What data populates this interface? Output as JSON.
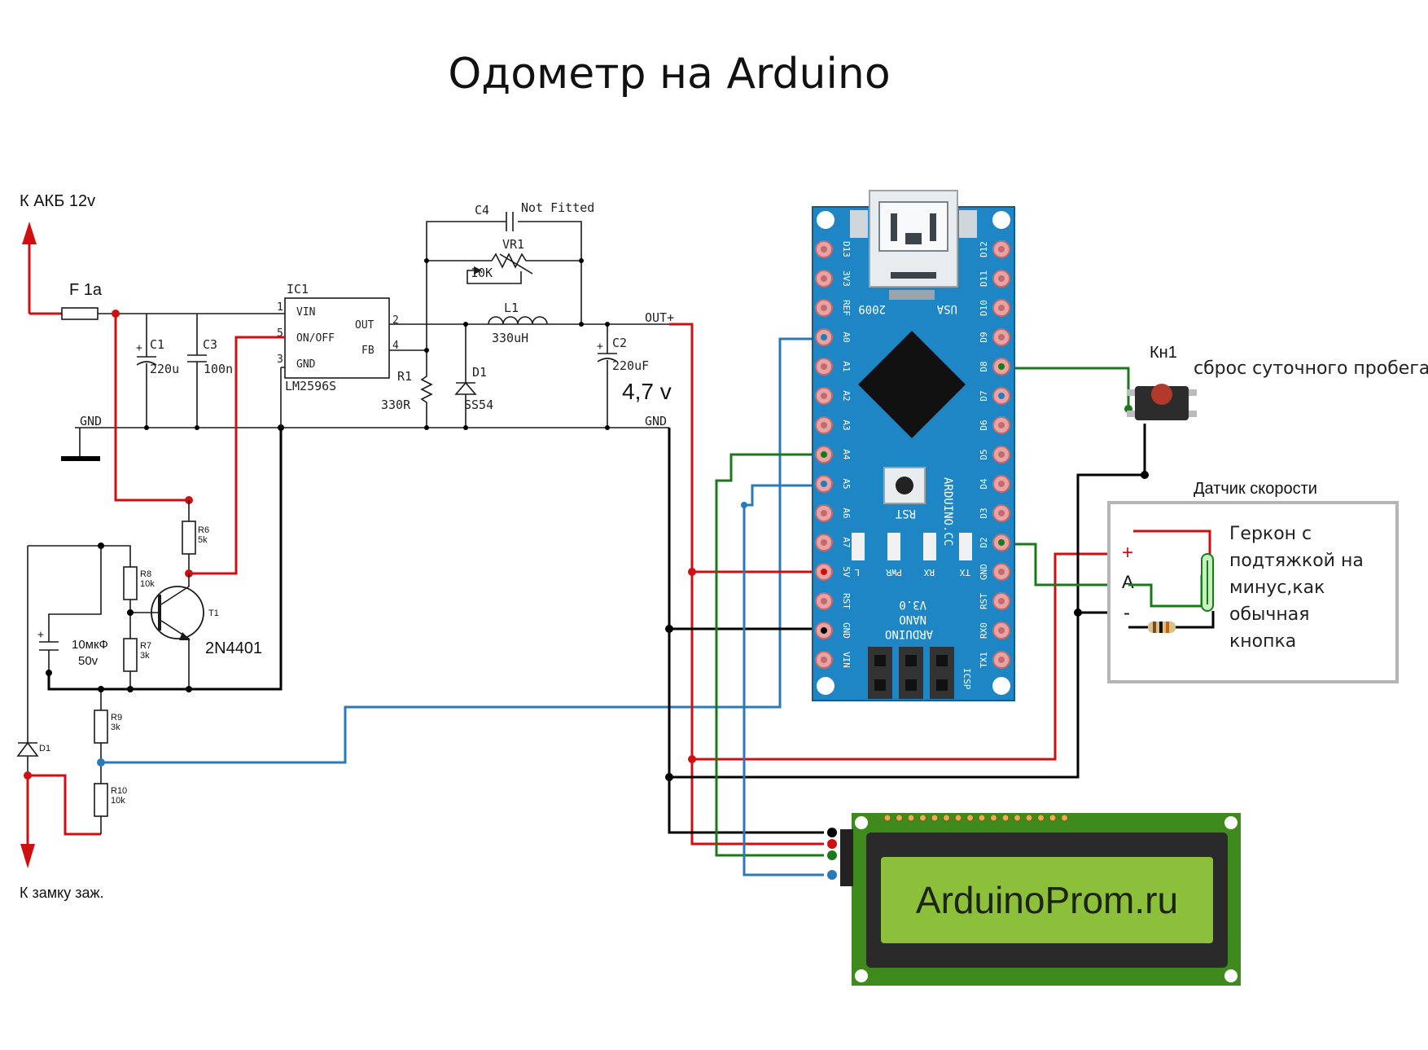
{
  "title": "Одометр на Arduino",
  "power": {
    "battery_label": "К АКБ 12v",
    "ignition_label": "К замку заж.",
    "fuse_label": "F 1a",
    "gnd_left": "GND",
    "gnd_right": "GND",
    "out_plus": "OUT+",
    "output_voltage": "4,7 v"
  },
  "regulator": {
    "ref": "IC1",
    "part": "LM2596S",
    "pins": {
      "vin": "VIN",
      "onoff": "ON/OFF",
      "gnd": "GND",
      "out": "OUT",
      "fb": "FB"
    },
    "pin_numbers": [
      "1",
      "5",
      "3",
      "2",
      "4"
    ]
  },
  "components": {
    "c1": {
      "ref": "C1",
      "value": "220u"
    },
    "c3": {
      "ref": "C3",
      "value": "100n"
    },
    "c4": {
      "ref": "C4",
      "note": "Not Fitted"
    },
    "vr1": {
      "ref": "VR1",
      "value": "10K"
    },
    "l1": {
      "ref": "L1",
      "value": "330uH"
    },
    "r1": {
      "ref": "R1",
      "value": "330R"
    },
    "d1_top": {
      "ref": "D1",
      "value": "SS54"
    },
    "c2": {
      "ref": "C2",
      "value": "220uF"
    },
    "r6": {
      "ref": "R6",
      "value": "5k"
    },
    "r8": {
      "ref": "R8",
      "value": "10k"
    },
    "r7": {
      "ref": "R7",
      "value": "3k"
    },
    "t1": {
      "ref": "T1",
      "part": "2N4401"
    },
    "cap_in": {
      "value": "10мкФ",
      "voltage": "50v"
    },
    "r9": {
      "ref": "R9",
      "value": "3k"
    },
    "r10": {
      "ref": "R10",
      "value": "10k"
    },
    "d1_bottom": {
      "ref": "D1"
    }
  },
  "arduino": {
    "left_pins": [
      "D13",
      "3V3",
      "REF",
      "A0",
      "A1",
      "A2",
      "A3",
      "A4",
      "A5",
      "A6",
      "A7",
      "5V",
      "RST",
      "GND",
      "VIN"
    ],
    "right_pins": [
      "D12",
      "D11",
      "D10",
      "D9",
      "D8",
      "D7",
      "D6",
      "D5",
      "D4",
      "D3",
      "D2",
      "GND",
      "RST",
      "RX0",
      "TX1"
    ],
    "year": "2009",
    "country": "USA",
    "brand": "ARDUINO.CC",
    "model_lines": [
      "ARDUINO",
      "NANO",
      "V3.0"
    ],
    "rst_label": "RST",
    "leds": [
      "L",
      "PWR",
      "RX",
      "TX"
    ],
    "icsp": "ICSP"
  },
  "button": {
    "ref": "Кн1",
    "label": "сброс суточного пробега"
  },
  "sensor": {
    "title": "Датчик скорости",
    "pins": [
      "+",
      "A",
      "-"
    ],
    "description": [
      "Геркон с",
      "подтяжкой на",
      "минус,как",
      "обычная",
      "кнопка"
    ]
  },
  "lcd": {
    "text": "ArduinoProm.ru",
    "background": "#8cbf3a",
    "board_color": "#3f8a1c"
  },
  "colors": {
    "red": "#d01010",
    "green": "#1a7a1a",
    "blue": "#2a7ab8",
    "black": "#000000",
    "board_blue": "#1e86c4"
  }
}
